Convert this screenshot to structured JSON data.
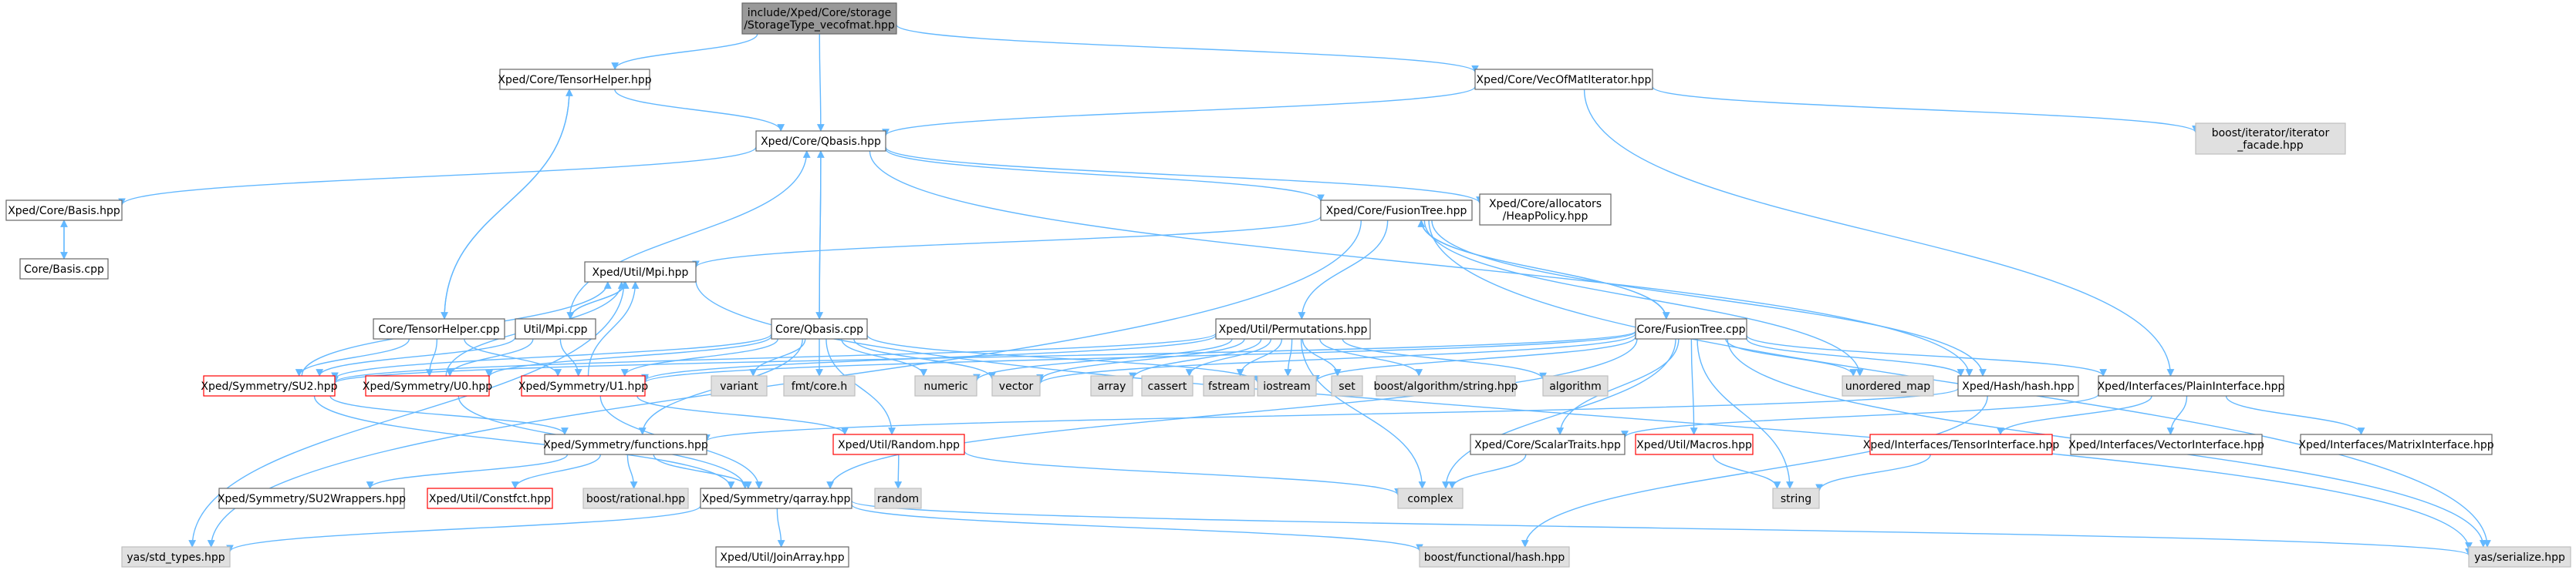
{
  "colors": {
    "edge": "#63b8ff",
    "border_normal": "#666666",
    "border_missing": "#bfbfbf",
    "border_truncated": "#ff0000",
    "fill_root": "#999999",
    "fill_missing": "#e0e0e0",
    "fill_normal": "#ffffff",
    "text": "#000000"
  },
  "nodes": [
    {
      "id": "root",
      "lines": [
        "include/Xped/Core/storage",
        "/StorageType_vecofmat.hpp"
      ],
      "kind": "root"
    },
    {
      "id": "tensorhelper_hpp",
      "lines": [
        "Xped/Core/TensorHelper.hpp"
      ],
      "kind": "normal"
    },
    {
      "id": "vecofmatiter",
      "lines": [
        "Xped/Core/VecOfMatIterator.hpp"
      ],
      "kind": "normal"
    },
    {
      "id": "qbasis_hpp",
      "lines": [
        "Xped/Core/Qbasis.hpp"
      ],
      "kind": "normal"
    },
    {
      "id": "boost_iter",
      "lines": [
        "boost/iterator/iterator",
        "_facade.hpp"
      ],
      "kind": "missing"
    },
    {
      "id": "basis_hpp",
      "lines": [
        "Xped/Core/Basis.hpp"
      ],
      "kind": "normal"
    },
    {
      "id": "basis_cpp",
      "lines": [
        "Core/Basis.cpp"
      ],
      "kind": "normal"
    },
    {
      "id": "fusiontree_hpp",
      "lines": [
        "Xped/Core/FusionTree.hpp"
      ],
      "kind": "normal"
    },
    {
      "id": "heappolicy",
      "lines": [
        "Xped/Core/allocators",
        "/HeapPolicy.hpp"
      ],
      "kind": "normal"
    },
    {
      "id": "mpi_hpp",
      "lines": [
        "Xped/Util/Mpi.hpp"
      ],
      "kind": "normal"
    },
    {
      "id": "tensorhelper_cpp",
      "lines": [
        "Core/TensorHelper.cpp"
      ],
      "kind": "normal"
    },
    {
      "id": "mpi_cpp",
      "lines": [
        "Util/Mpi.cpp"
      ],
      "kind": "normal"
    },
    {
      "id": "qbasis_cpp",
      "lines": [
        "Core/Qbasis.cpp"
      ],
      "kind": "normal"
    },
    {
      "id": "permutations",
      "lines": [
        "Xped/Util/Permutations.hpp"
      ],
      "kind": "normal"
    },
    {
      "id": "fusiontree_cpp",
      "lines": [
        "Core/FusionTree.cpp"
      ],
      "kind": "normal"
    },
    {
      "id": "su2",
      "lines": [
        "Xped/Symmetry/SU2.hpp"
      ],
      "kind": "truncated"
    },
    {
      "id": "u0",
      "lines": [
        "Xped/Symmetry/U0.hpp"
      ],
      "kind": "truncated"
    },
    {
      "id": "u1",
      "lines": [
        "Xped/Symmetry/U1.hpp"
      ],
      "kind": "truncated"
    },
    {
      "id": "variant",
      "lines": [
        "variant"
      ],
      "kind": "missing"
    },
    {
      "id": "fmt",
      "lines": [
        "fmt/core.h"
      ],
      "kind": "missing"
    },
    {
      "id": "numeric",
      "lines": [
        "numeric"
      ],
      "kind": "missing"
    },
    {
      "id": "vector",
      "lines": [
        "vector"
      ],
      "kind": "missing"
    },
    {
      "id": "array",
      "lines": [
        "array"
      ],
      "kind": "missing"
    },
    {
      "id": "cassert",
      "lines": [
        "cassert"
      ],
      "kind": "missing"
    },
    {
      "id": "fstream",
      "lines": [
        "fstream"
      ],
      "kind": "missing"
    },
    {
      "id": "iostream",
      "lines": [
        "iostream"
      ],
      "kind": "missing"
    },
    {
      "id": "set",
      "lines": [
        "set"
      ],
      "kind": "missing"
    },
    {
      "id": "boost_alg",
      "lines": [
        "boost/algorithm/string.hpp"
      ],
      "kind": "missing"
    },
    {
      "id": "algorithm",
      "lines": [
        "algorithm"
      ],
      "kind": "missing"
    },
    {
      "id": "unordered_map",
      "lines": [
        "unordered_map"
      ],
      "kind": "missing"
    },
    {
      "id": "hash_hpp",
      "lines": [
        "Xped/Hash/hash.hpp"
      ],
      "kind": "normal"
    },
    {
      "id": "plaininterface",
      "lines": [
        "Xped/Interfaces/PlainInterface.hpp"
      ],
      "kind": "normal"
    },
    {
      "id": "functions",
      "lines": [
        "Xped/Symmetry/functions.hpp"
      ],
      "kind": "normal"
    },
    {
      "id": "random_hpp",
      "lines": [
        "Xped/Util/Random.hpp"
      ],
      "kind": "truncated"
    },
    {
      "id": "scalartraits",
      "lines": [
        "Xped/Core/ScalarTraits.hpp"
      ],
      "kind": "normal"
    },
    {
      "id": "macros",
      "lines": [
        "Xped/Util/Macros.hpp"
      ],
      "kind": "truncated"
    },
    {
      "id": "tensorinterface",
      "lines": [
        "Xped/Interfaces/TensorInterface.hpp"
      ],
      "kind": "truncated"
    },
    {
      "id": "vectorinterface",
      "lines": [
        "Xped/Interfaces/VectorInterface.hpp"
      ],
      "kind": "normal"
    },
    {
      "id": "matrixinterface",
      "lines": [
        "Xped/Interfaces/MatrixInterface.hpp"
      ],
      "kind": "normal"
    },
    {
      "id": "su2wrappers",
      "lines": [
        "Xped/Symmetry/SU2Wrappers.hpp"
      ],
      "kind": "normal"
    },
    {
      "id": "constfct",
      "lines": [
        "Xped/Util/Constfct.hpp"
      ],
      "kind": "truncated"
    },
    {
      "id": "boost_rational",
      "lines": [
        "boost/rational.hpp"
      ],
      "kind": "missing"
    },
    {
      "id": "qarray",
      "lines": [
        "Xped/Symmetry/qarray.hpp"
      ],
      "kind": "normal"
    },
    {
      "id": "random",
      "lines": [
        "random"
      ],
      "kind": "missing"
    },
    {
      "id": "complex",
      "lines": [
        "complex"
      ],
      "kind": "missing"
    },
    {
      "id": "string",
      "lines": [
        "string"
      ],
      "kind": "missing"
    },
    {
      "id": "yas_std",
      "lines": [
        "yas/std_types.hpp"
      ],
      "kind": "missing"
    },
    {
      "id": "joinarray",
      "lines": [
        "Xped/Util/JoinArray.hpp"
      ],
      "kind": "normal"
    },
    {
      "id": "boost_hash",
      "lines": [
        "boost/functional/hash.hpp"
      ],
      "kind": "missing"
    },
    {
      "id": "yas_serialize",
      "lines": [
        "yas/serialize.hpp"
      ],
      "kind": "missing"
    }
  ],
  "edges": [
    [
      "root",
      "tensorhelper_hpp"
    ],
    [
      "root",
      "vecofmatiter"
    ],
    [
      "root",
      "qbasis_hpp"
    ],
    [
      "tensorhelper_hpp",
      "qbasis_hpp"
    ],
    [
      "tensorhelper_hpp",
      "tensorhelper_cpp"
    ],
    [
      "tensorhelper_cpp",
      "tensorhelper_hpp"
    ],
    [
      "vecofmatiter",
      "qbasis_hpp"
    ],
    [
      "vecofmatiter",
      "boost_iter"
    ],
    [
      "vecofmatiter",
      "plaininterface"
    ],
    [
      "qbasis_hpp",
      "basis_hpp"
    ],
    [
      "qbasis_hpp",
      "fusiontree_hpp"
    ],
    [
      "qbasis_hpp",
      "heappolicy"
    ],
    [
      "qbasis_hpp",
      "qbasis_cpp"
    ],
    [
      "qbasis_cpp",
      "qbasis_hpp"
    ],
    [
      "qbasis_hpp",
      "hash_hpp"
    ],
    [
      "basis_hpp",
      "basis_cpp"
    ],
    [
      "basis_cpp",
      "basis_hpp"
    ],
    [
      "fusiontree_hpp",
      "mpi_hpp"
    ],
    [
      "fusiontree_hpp",
      "permutations"
    ],
    [
      "fusiontree_hpp",
      "fusiontree_cpp"
    ],
    [
      "fusiontree_cpp",
      "fusiontree_hpp"
    ],
    [
      "fusiontree_hpp",
      "yas_std"
    ],
    [
      "fusiontree_hpp",
      "unordered_map"
    ],
    [
      "fusiontree_hpp",
      "hash_hpp"
    ],
    [
      "fusiontree_hpp",
      "yas_serialize"
    ],
    [
      "mpi_hpp",
      "mpi_cpp"
    ],
    [
      "mpi_cpp",
      "mpi_hpp"
    ],
    [
      "mpi_hpp",
      "yas_std"
    ],
    [
      "mpi_hpp",
      "yas_serialize"
    ],
    [
      "mpi_cpp",
      "qbasis_hpp"
    ],
    [
      "mpi_cpp",
      "su2"
    ],
    [
      "mpi_cpp",
      "u0"
    ],
    [
      "mpi_cpp",
      "u1"
    ],
    [
      "tensorhelper_cpp",
      "su2"
    ],
    [
      "tensorhelper_cpp",
      "u0"
    ],
    [
      "tensorhelper_cpp",
      "u1"
    ],
    [
      "su2",
      "mpi_hpp"
    ],
    [
      "u0",
      "mpi_hpp"
    ],
    [
      "u1",
      "mpi_hpp"
    ],
    [
      "qbasis_cpp",
      "su2"
    ],
    [
      "qbasis_cpp",
      "u0"
    ],
    [
      "qbasis_cpp",
      "u1"
    ],
    [
      "qbasis_cpp",
      "variant"
    ],
    [
      "qbasis_cpp",
      "fmt"
    ],
    [
      "qbasis_cpp",
      "numeric"
    ],
    [
      "qbasis_cpp",
      "vector"
    ],
    [
      "qbasis_cpp",
      "iostream"
    ],
    [
      "qbasis_cpp",
      "random_hpp"
    ],
    [
      "qbasis_cpp",
      "functions"
    ],
    [
      "permutations",
      "su2"
    ],
    [
      "permutations",
      "u1"
    ],
    [
      "permutations",
      "numeric"
    ],
    [
      "permutations",
      "vector"
    ],
    [
      "permutations",
      "array"
    ],
    [
      "permutations",
      "cassert"
    ],
    [
      "permutations",
      "fstream"
    ],
    [
      "permutations",
      "iostream"
    ],
    [
      "permutations",
      "set"
    ],
    [
      "permutations",
      "boost_alg"
    ],
    [
      "permutations",
      "algorithm"
    ],
    [
      "permutations",
      "complex"
    ],
    [
      "fusiontree_cpp",
      "su2"
    ],
    [
      "fusiontree_cpp",
      "u1"
    ],
    [
      "fusiontree_cpp",
      "vector"
    ],
    [
      "fusiontree_cpp",
      "iostream"
    ],
    [
      "fusiontree_cpp",
      "unordered_map"
    ],
    [
      "fusiontree_cpp",
      "hash_hpp"
    ],
    [
      "fusiontree_cpp",
      "plaininterface"
    ],
    [
      "fusiontree_cpp",
      "scalartraits"
    ],
    [
      "fusiontree_cpp",
      "macros"
    ],
    [
      "fusiontree_cpp",
      "string"
    ],
    [
      "fusiontree_cpp",
      "complex"
    ],
    [
      "fusiontree_cpp",
      "qarray"
    ],
    [
      "fusiontree_cpp",
      "yas_serialize"
    ],
    [
      "su2",
      "functions"
    ],
    [
      "su2",
      "qarray"
    ],
    [
      "u0",
      "qarray"
    ],
    [
      "u1",
      "qarray"
    ],
    [
      "u1",
      "random_hpp"
    ],
    [
      "functions",
      "su2wrappers"
    ],
    [
      "functions",
      "constfct"
    ],
    [
      "functions",
      "boost_rational"
    ],
    [
      "functions",
      "qarray"
    ],
    [
      "random_hpp",
      "random"
    ],
    [
      "random_hpp",
      "complex"
    ],
    [
      "hash_hpp",
      "boost_hash"
    ],
    [
      "hash_hpp",
      "functions"
    ],
    [
      "plaininterface",
      "scalartraits"
    ],
    [
      "plaininterface",
      "tensorinterface"
    ],
    [
      "plaininterface",
      "vectorinterface"
    ],
    [
      "plaininterface",
      "matrixinterface"
    ],
    [
      "scalartraits",
      "complex"
    ],
    [
      "macros",
      "string"
    ],
    [
      "tensorinterface",
      "string"
    ],
    [
      "qarray",
      "yas_std"
    ],
    [
      "qarray",
      "joinarray"
    ],
    [
      "qarray",
      "boost_hash"
    ],
    [
      "qarray",
      "yas_serialize"
    ]
  ]
}
